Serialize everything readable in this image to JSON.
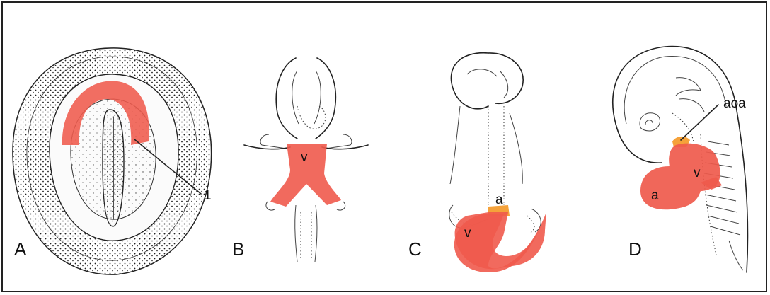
{
  "panels": [
    {
      "label": "A",
      "annotations": [
        "1"
      ]
    },
    {
      "label": "B",
      "annotations": [
        "v"
      ]
    },
    {
      "label": "C",
      "annotations": [
        "v",
        "a"
      ]
    },
    {
      "label": "D",
      "annotations": [
        "aoa",
        "v",
        "a"
      ]
    }
  ],
  "colors": {
    "heart": "#ef5a4c",
    "outflow": "#f5a23a",
    "ink": "#222222"
  }
}
